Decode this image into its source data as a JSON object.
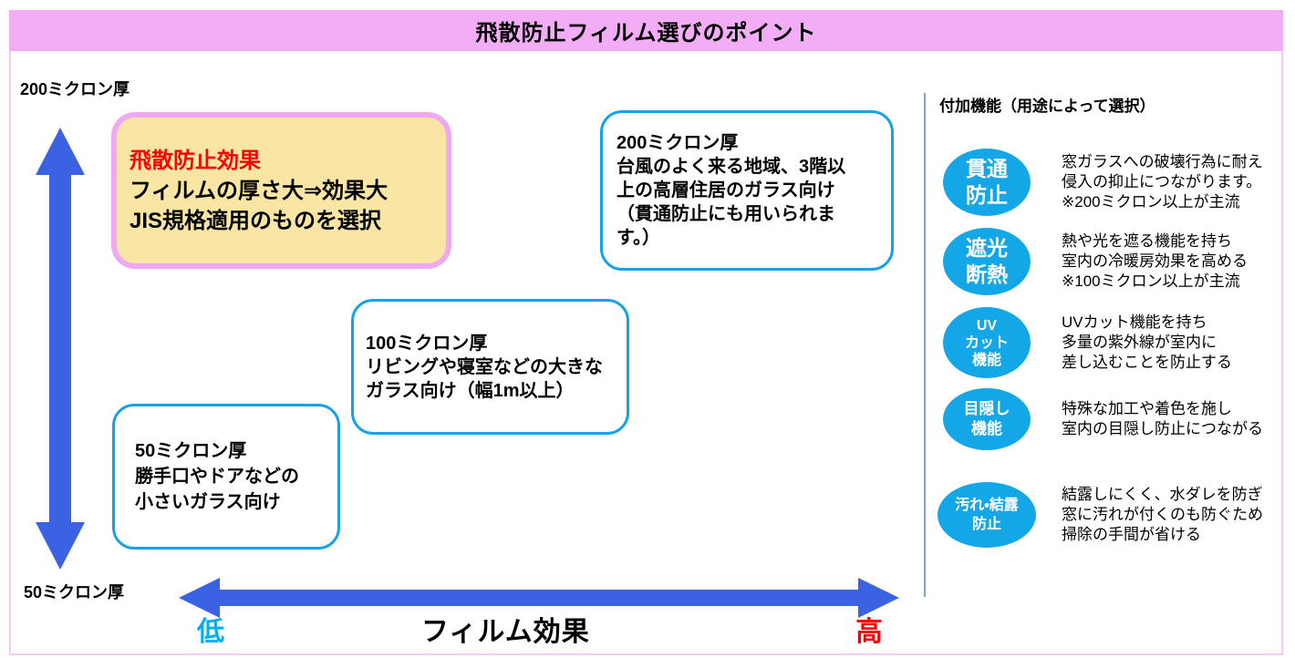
{
  "title": "飛散防止フィルム選びのポイント",
  "colors": {
    "header_bg": "#F2ADF6",
    "frame_border": "#F7C9F5",
    "highlight_bg": "#F9E6A4",
    "highlight_border": "#EFA9F2",
    "box_border": "#17A2E8",
    "badge_bg": "#14A7E8",
    "arrow": "#3A62E3",
    "divider": "#7BA7D7",
    "accent_red": "#FF0000",
    "accent_cyan": "#00B0F0"
  },
  "axis": {
    "y_top_label": "200ミクロン厚",
    "y_bottom_label": "50ミクロン厚",
    "x_low": "低",
    "x_label": "フィルム効果",
    "x_high": "高"
  },
  "highlight_box": {
    "heading": "飛散防止効果",
    "body": "フィルムの厚さ大⇒効果大\nJIS規格適用のものを選択"
  },
  "film_boxes": [
    {
      "title": "50ミクロン厚",
      "body": "勝手口やドアなどの\n小さいガラス向け"
    },
    {
      "title": "100ミクロン厚",
      "body": "リビングや寝室などの大きな\nガラス向け（幅1m以上）"
    },
    {
      "title": "200ミクロン厚",
      "body": "台風のよく来る地域、3階以\n上の高層住居のガラス向け\n（貫通防止にも用いられま\nす。）"
    }
  ],
  "features_panel": {
    "heading": "付加機能（用途によって選択）",
    "items": [
      {
        "label": "貫通\n防止",
        "description": "窓ガラスへの破壊行為に耐え\n侵入の抑止につながります。\n※200ミクロン以上が主流"
      },
      {
        "label": "遮光\n断熱",
        "description": "熱や光を遮る機能を持ち\n室内の冷暖房効果を高める\n※100ミクロン以上が主流"
      },
      {
        "label": "UV\nカット\n機能",
        "description": "UVカット機能を持ち\n多量の紫外線が室内に\n差し込むことを防止する"
      },
      {
        "label": "目隠し\n機能",
        "description": "特殊な加工や着色を施し\n室内の目隠し防止につながる"
      },
      {
        "label": "汚れ・結露\n防止",
        "description": "結露しにくく、水ダレを防ぎ\n窓に汚れが付くのも防ぐため\n掃除の手間が省ける"
      }
    ]
  }
}
